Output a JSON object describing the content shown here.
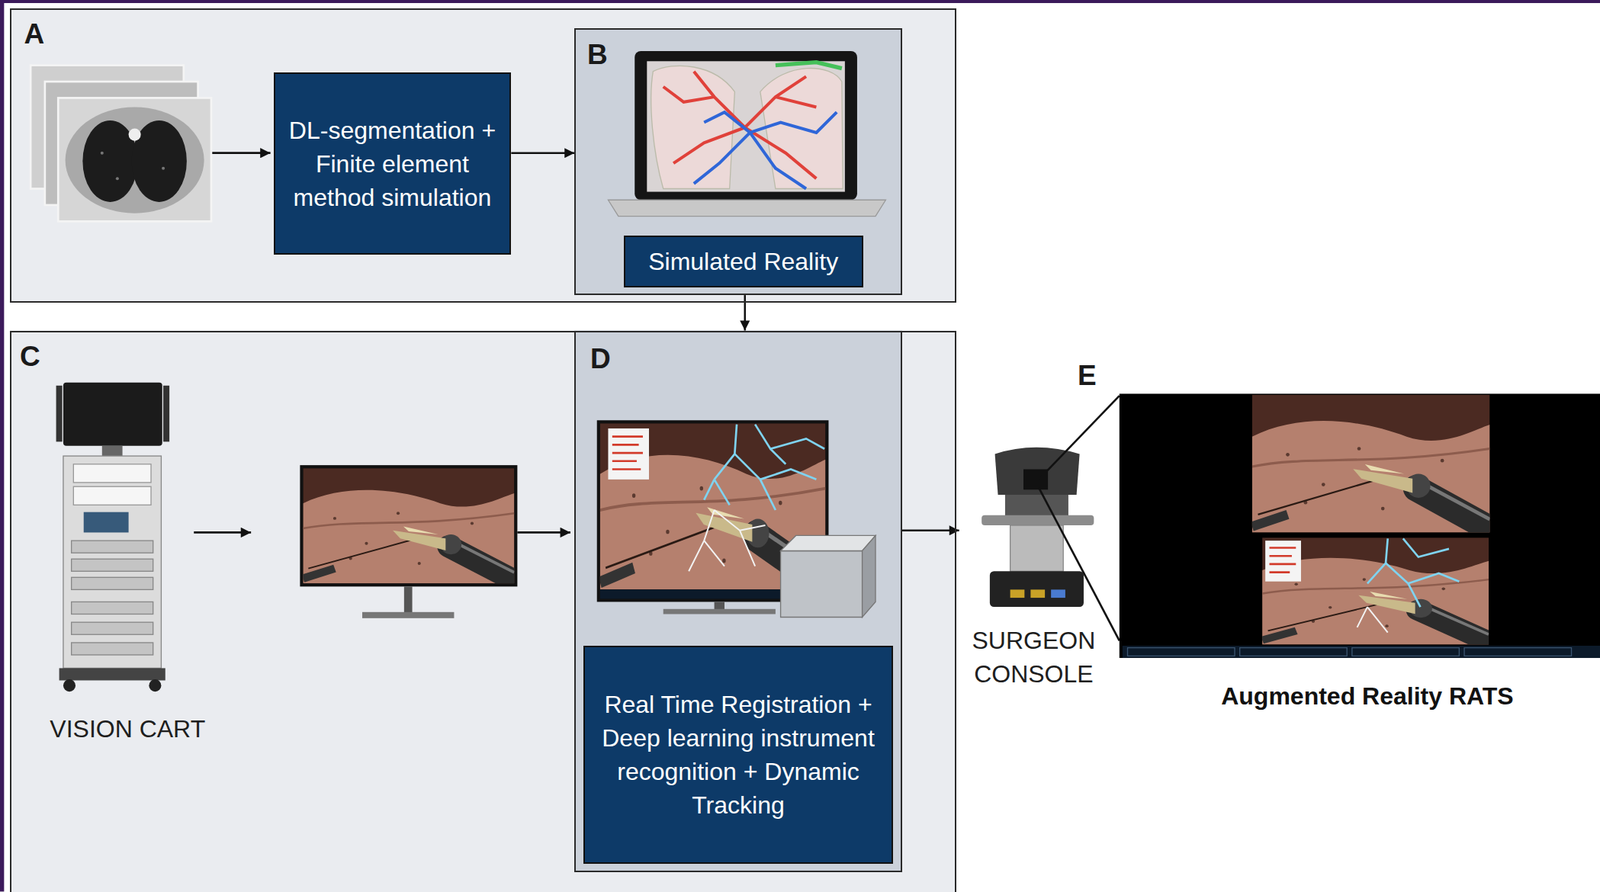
{
  "diagram": {
    "nodes": [
      {
        "text": [
          "A"
        ]
      },
      {
        "text": [
          "DL-segmentation + Finite element method simulation"
        ],
        "in": 0
      },
      {
        "text": [
          "B"
        ],
        "in": 0
      },
      {
        "text": [
          "Simulated Reality"
        ],
        "in": 2
      },
      {
        "text": [
          "C"
        ]
      },
      {
        "text": [
          "D"
        ],
        "in": 4
      },
      {
        "text": [
          "Real Time Registration + Deep learning instrument recognition + Dynamic Tracking"
        ],
        "in": 5
      },
      {
        "text": [
          "E",
          "Augmented Reality RATS"
        ]
      }
    ],
    "edges": [
      {
        "from": 1,
        "to": 2,
        "arrow": "to"
      },
      {
        "from": 2,
        "to": 5,
        "arrow": "to"
      },
      {
        "from": 5,
        "to": 7,
        "arrow": "to"
      }
    ],
    "labels": [
      "VISION CART",
      "SURGEON CONSOLE"
    ]
  }
}
